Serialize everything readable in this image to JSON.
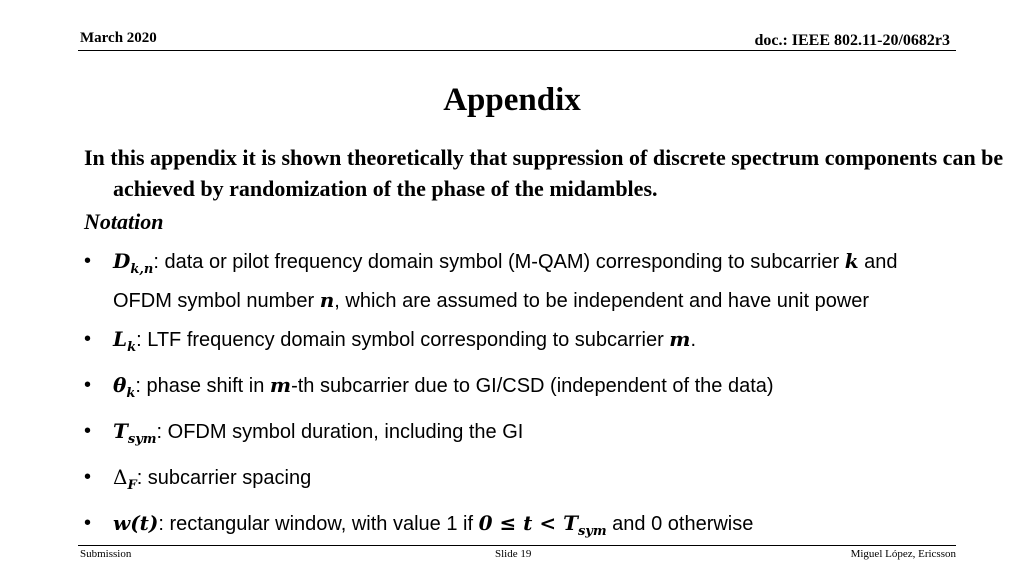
{
  "header": {
    "date": "March 2020",
    "doc": "doc.: IEEE 802.11-20/0682r3"
  },
  "slide": {
    "title": "Appendix",
    "intro": "In this appendix it is shown theoretically that suppression of discrete spectrum components can be achieved by randomization of the phase of the midambles.",
    "notation_label": "Notation",
    "bullet_glyph": "•",
    "bullets": [
      {
        "sym": "D",
        "sub": "k,n",
        "text": ": data or pilot frequency domain symbol (M-QAM) corresponding to subcarrier ",
        "var1": "k",
        "text2": " and OFDM symbol number ",
        "var2": "n",
        "text3": ", which are assumed to be independent and have unit power"
      },
      {
        "sym": "L",
        "sub": "k",
        "text": ": LTF frequency domain symbol corresponding to subcarrier ",
        "var1": "m",
        "text2": "."
      },
      {
        "sym": "θ",
        "sub": "k",
        "text": ": phase shift in ",
        "var1": "m",
        "text2": "-th subcarrier due to GI/CSD (independent of the data)"
      },
      {
        "sym": "T",
        "sub": "sym",
        "text": ": OFDM symbol duration, including the GI"
      },
      {
        "sym": "Δ",
        "sub": "F",
        "text": ": subcarrier spacing"
      },
      {
        "sym": "w",
        "paren": "(t)",
        "text": ": rectangular window, with value 1 if ",
        "cond": "0 ≤ t < T",
        "cond_sub": "sym",
        "text2": " and 0 otherwise"
      }
    ]
  },
  "footer": {
    "left": "Submission",
    "center": "Slide 19",
    "right": "Miguel López, Ericsson"
  }
}
